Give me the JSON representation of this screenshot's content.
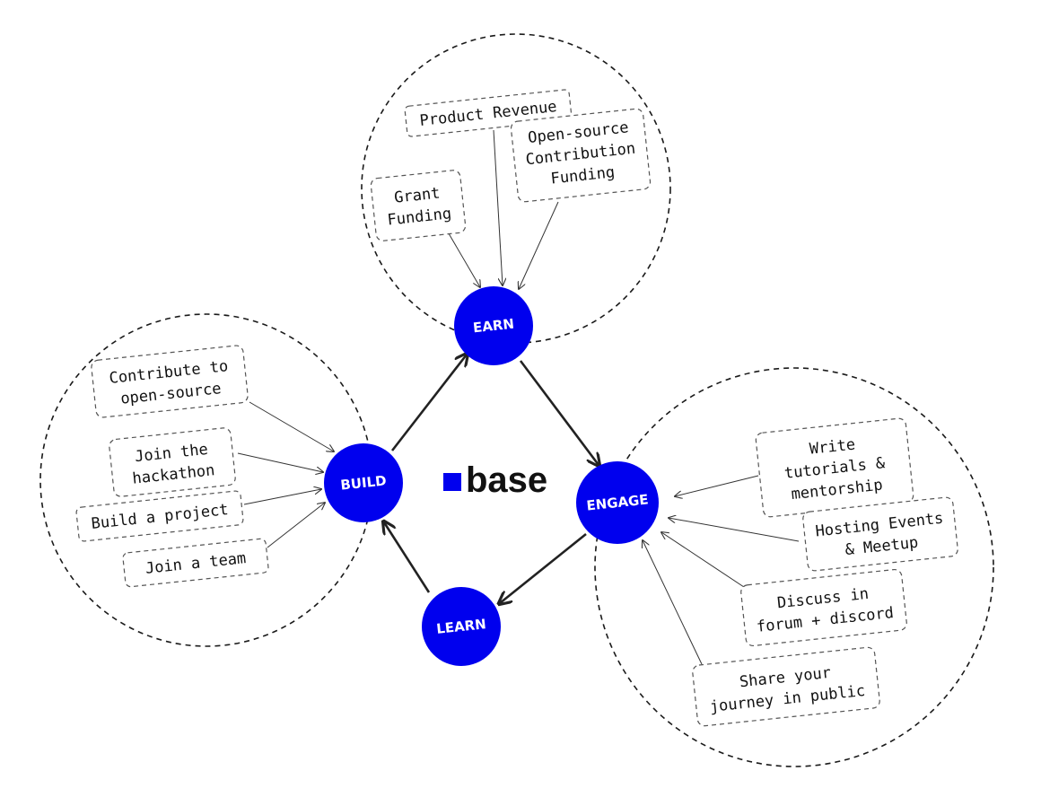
{
  "logo": {
    "text": "base",
    "mark_color": "#0000ee"
  },
  "colors": {
    "node_fill": "#0000ee",
    "node_text": "#ffffff"
  },
  "nodes": {
    "earn": "EARN",
    "build": "BUILD",
    "engage": "ENGAGE",
    "learn": "LEARN"
  },
  "earn_items": {
    "product_revenue": [
      "Product Revenue"
    ],
    "open_source_funding": [
      "Open-source",
      "Contribution",
      "Funding"
    ],
    "grant_funding": [
      "Grant",
      "Funding"
    ]
  },
  "build_items": {
    "contribute": [
      "Contribute to",
      "open-source"
    ],
    "hackathon": [
      "Join the",
      "hackathon"
    ],
    "project": [
      "Build a project"
    ],
    "team": [
      "Join a team"
    ]
  },
  "engage_items": {
    "tutorials": [
      "Write",
      "tutorials &",
      "mentorship"
    ],
    "events": [
      "Hosting Events",
      "& Meetup"
    ],
    "discuss": [
      "Discuss in",
      "forum + discord"
    ],
    "share": [
      "Share your",
      "journey in public"
    ]
  }
}
